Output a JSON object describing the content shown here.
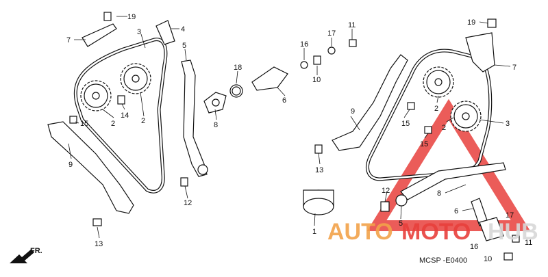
{
  "diagram": {
    "code": "MCSP -E0400",
    "direction": "FR.",
    "watermark": {
      "text_a": "AUTO",
      "text_b": "MOTO",
      "text_c": "HUB",
      "color_a": "#f2a24a",
      "color_b": "#e8403c",
      "color_c": "#d8d8d8"
    },
    "labels": [
      {
        "id": "l19a",
        "text": "19"
      },
      {
        "id": "l7a",
        "text": "7"
      },
      {
        "id": "l3a",
        "text": "3"
      },
      {
        "id": "l4",
        "text": "4"
      },
      {
        "id": "l5a",
        "text": "5"
      },
      {
        "id": "l18",
        "text": "18"
      },
      {
        "id": "l16a",
        "text": "16"
      },
      {
        "id": "l17a",
        "text": "17"
      },
      {
        "id": "l11a",
        "text": "11"
      },
      {
        "id": "l10a",
        "text": "10"
      },
      {
        "id": "l6a",
        "text": "6"
      },
      {
        "id": "l8a",
        "text": "8"
      },
      {
        "id": "l2a",
        "text": "2"
      },
      {
        "id": "l2b",
        "text": "2"
      },
      {
        "id": "l14",
        "text": "14"
      },
      {
        "id": "l15a",
        "text": "15"
      },
      {
        "id": "l9a",
        "text": "9"
      },
      {
        "id": "l12a",
        "text": "12"
      },
      {
        "id": "l13a",
        "text": "13"
      },
      {
        "id": "l1",
        "text": "1"
      },
      {
        "id": "l13b",
        "text": "13"
      },
      {
        "id": "l9b",
        "text": "9"
      },
      {
        "id": "l15b",
        "text": "15"
      },
      {
        "id": "l15c",
        "text": "15"
      },
      {
        "id": "l2c",
        "text": "2"
      },
      {
        "id": "l2d",
        "text": "2"
      },
      {
        "id": "l3b",
        "text": "3"
      },
      {
        "id": "l19b",
        "text": "19"
      },
      {
        "id": "l7b",
        "text": "7"
      },
      {
        "id": "l8b",
        "text": "8"
      },
      {
        "id": "l6b",
        "text": "6"
      },
      {
        "id": "l12b",
        "text": "12"
      },
      {
        "id": "l5b",
        "text": "5"
      },
      {
        "id": "l17b",
        "text": "17"
      },
      {
        "id": "l16b",
        "text": "16"
      },
      {
        "id": "l11b",
        "text": "11"
      },
      {
        "id": "l10b",
        "text": "10"
      }
    ]
  }
}
